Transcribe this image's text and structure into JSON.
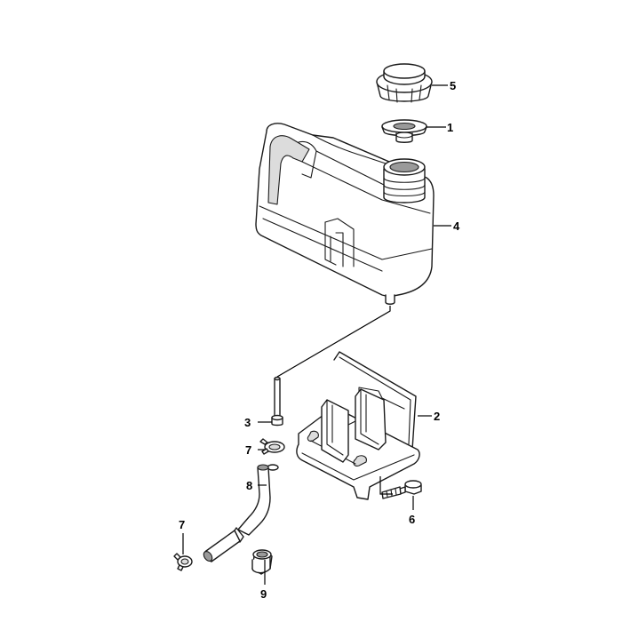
{
  "callouts": [
    {
      "id": "c5",
      "label": "5"
    },
    {
      "id": "c1",
      "label": "1"
    },
    {
      "id": "c4",
      "label": "4"
    },
    {
      "id": "c2",
      "label": "2"
    },
    {
      "id": "c3",
      "label": "3"
    },
    {
      "id": "c7a",
      "label": "7"
    },
    {
      "id": "c8",
      "label": "8"
    },
    {
      "id": "c6",
      "label": "6"
    },
    {
      "id": "c7b",
      "label": "7"
    },
    {
      "id": "c9",
      "label": "9"
    }
  ]
}
